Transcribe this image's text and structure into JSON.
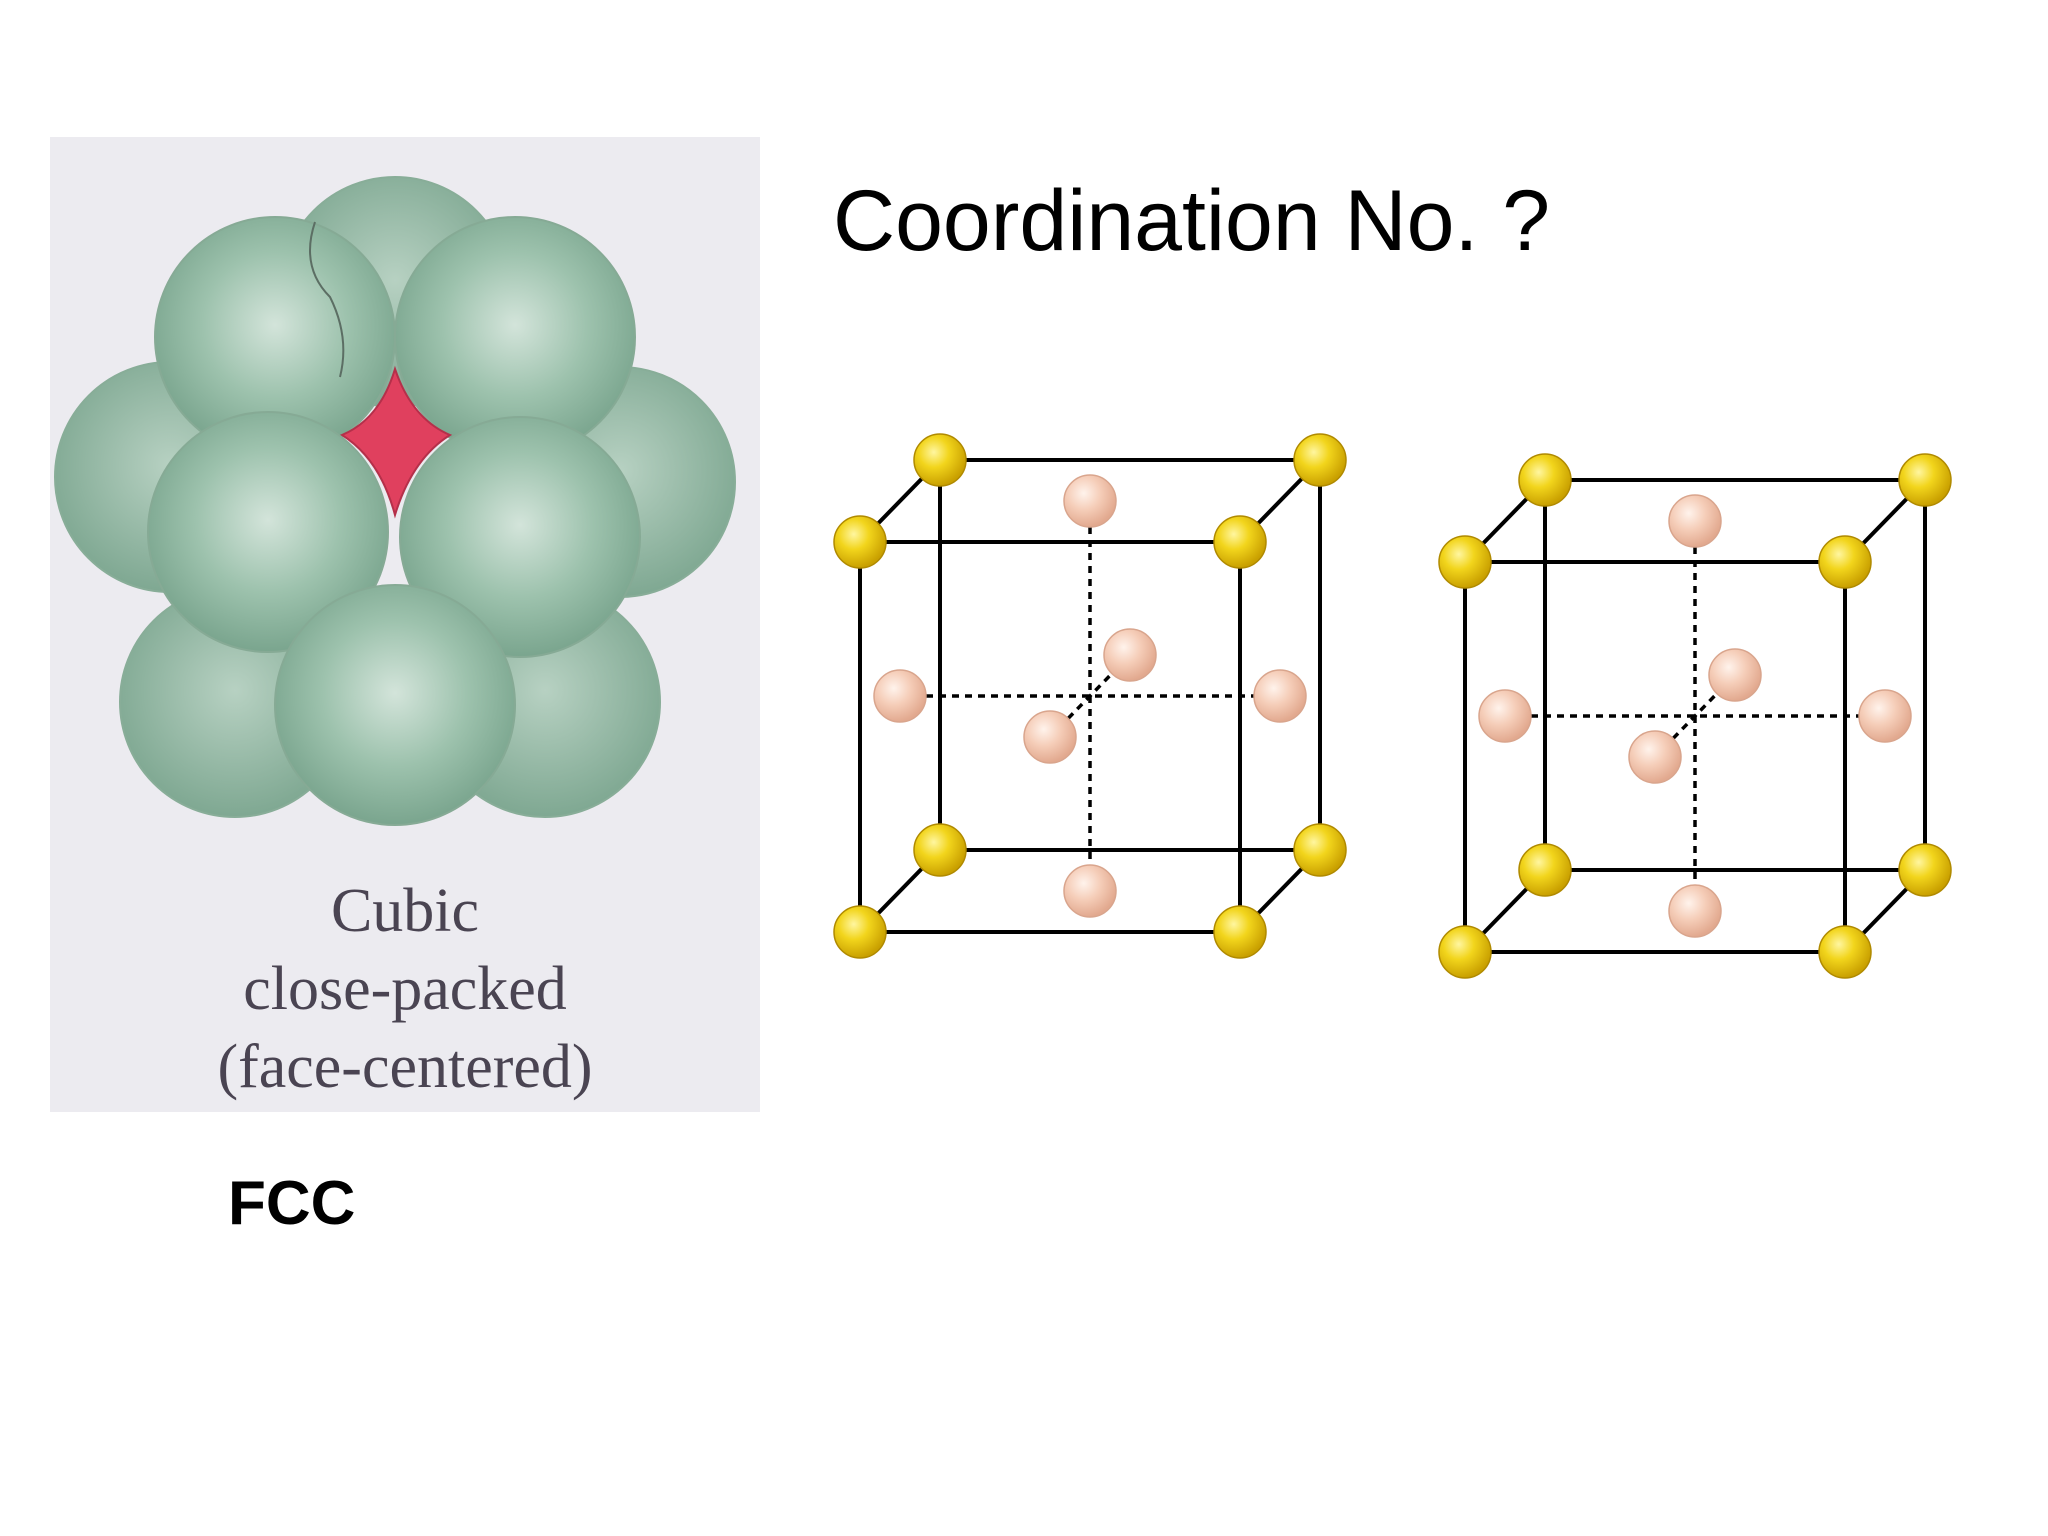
{
  "title": "Coordination No. ?",
  "structure_label": "FCC",
  "packing_panel": {
    "caption_lines": [
      "Cubic",
      "close-packed",
      "(face-centered)"
    ],
    "sphere_color": "#8fb6a0",
    "void_color": "#e0405e",
    "background_color": "#ecebf0"
  },
  "unit_cells": {
    "count": 2,
    "corner_atom_color": "#f2d51c",
    "face_atom_color": "#f5cdb8",
    "edge_color": "#000000"
  }
}
